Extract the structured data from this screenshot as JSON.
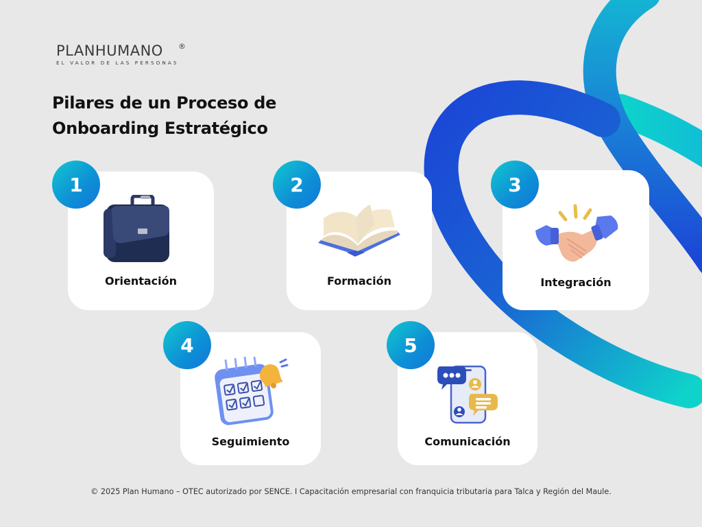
{
  "brand": {
    "name": "PLANHUMANO",
    "registered": "®",
    "tagline": "EL VALOR DE LAS PERSONAS"
  },
  "title": {
    "line1": "Pilares de un Proceso de",
    "line2": "Onboarding Estratégico"
  },
  "pillars": [
    {
      "number": "1",
      "label": "Orientación",
      "icon": "briefcase-icon"
    },
    {
      "number": "2",
      "label": "Formación",
      "icon": "open-book-icon"
    },
    {
      "number": "3",
      "label": "Integración",
      "icon": "handshake-icon"
    },
    {
      "number": "4",
      "label": "Seguimiento",
      "icon": "calendar-checklist-bell-icon"
    },
    {
      "number": "5",
      "label": "Comunicación",
      "icon": "phone-chat-bubbles-icon"
    }
  ],
  "footer": {
    "text": "© 2025 Plan Humano – OTEC autorizado por SENCE.  I  Capacitación empresarial con franquicia tributaria para Talca y Región del Maule."
  },
  "colors": {
    "background": "#e8e8e8",
    "badge_start": "#12c7cf",
    "badge_end": "#1277d8",
    "swirl_blue": "#1b46d6",
    "swirl_teal": "#0fd3cb"
  }
}
